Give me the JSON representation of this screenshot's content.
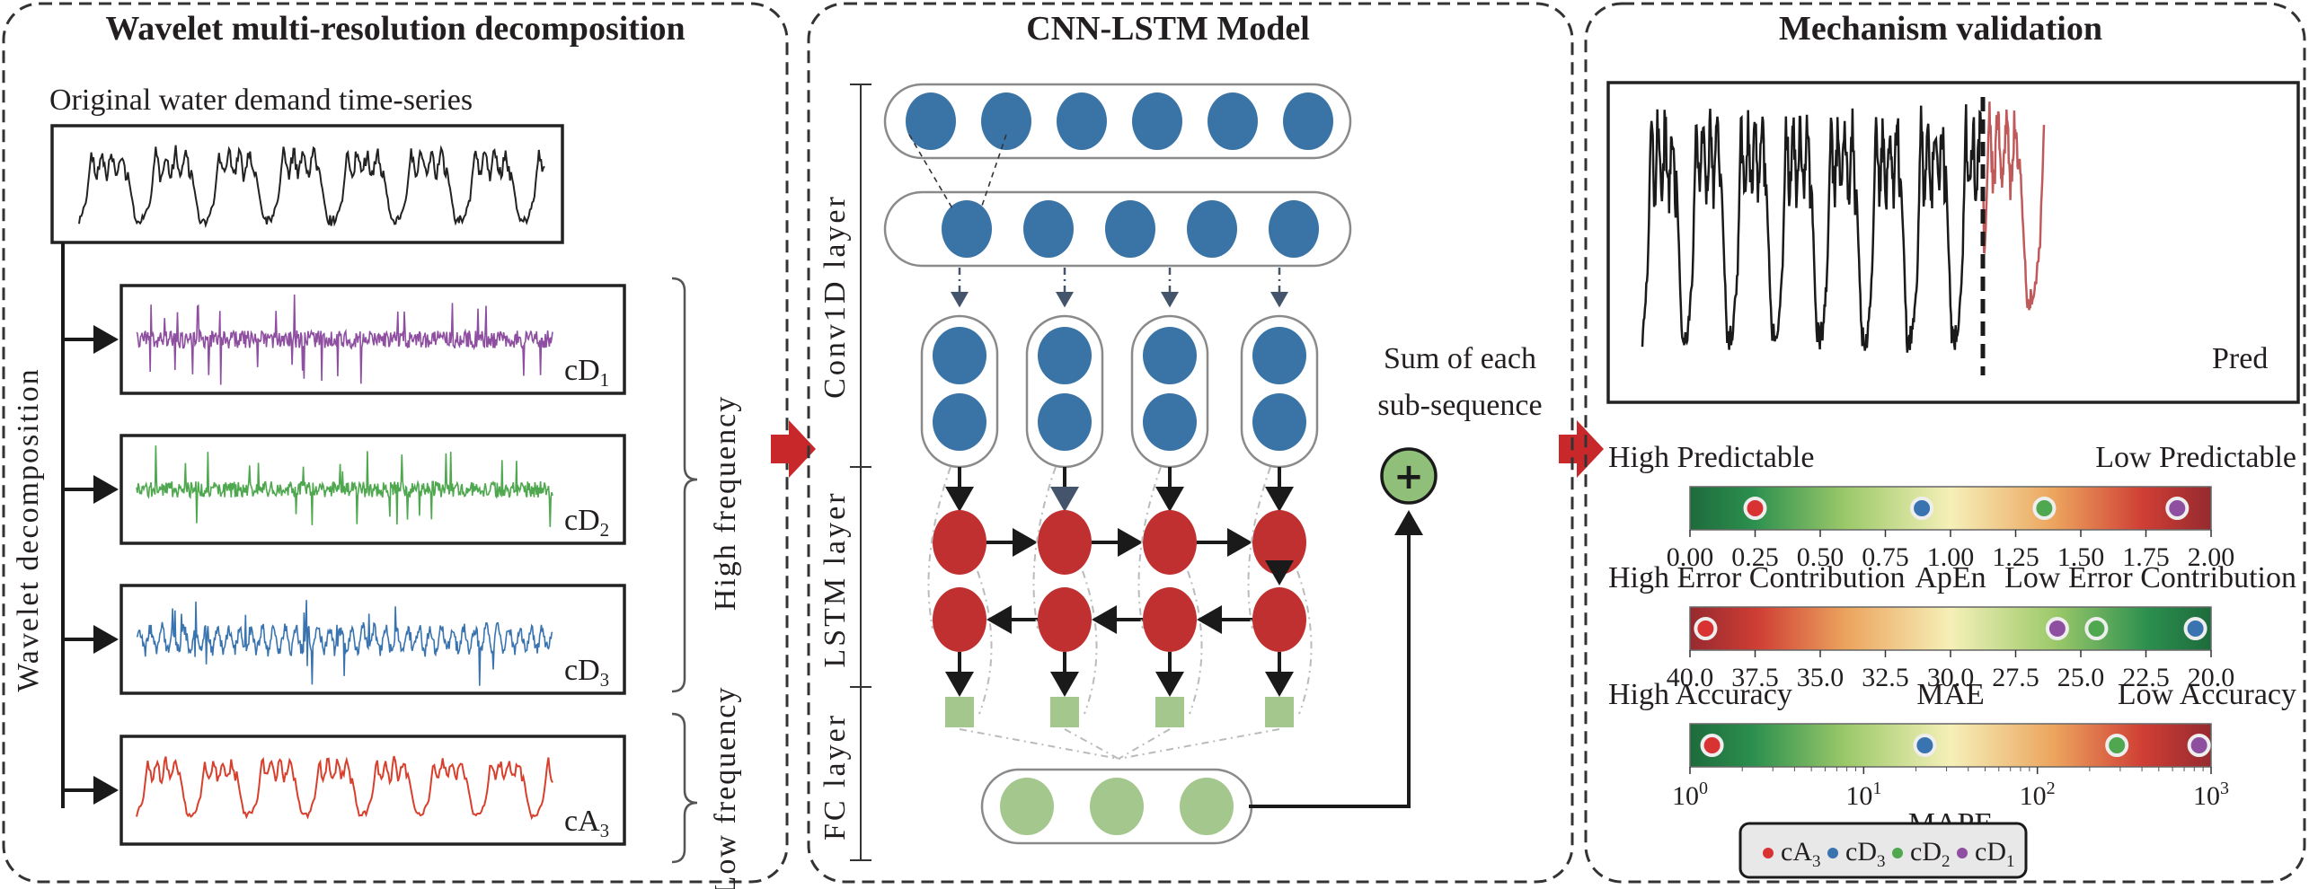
{
  "panels": {
    "decomposition": {
      "title": "Wavelet multi-resolution decomposition",
      "original_label": "Original water demand time-series",
      "vertical_label": "Wavelet decomposition",
      "high_frequency_label": "High frequency",
      "low_frequency_label": "Low frequency",
      "components": [
        {
          "base": "cD",
          "sub": "1",
          "color": "#8e4fa0"
        },
        {
          "base": "cD",
          "sub": "2",
          "color": "#4fa84f"
        },
        {
          "base": "cD",
          "sub": "3",
          "color": "#3a74b0"
        },
        {
          "base": "cA",
          "sub": "3",
          "color": "#d8402e"
        }
      ]
    },
    "model": {
      "title": "CNN-LSTM Model",
      "layers": [
        "Conv1D layer",
        "LSTM layer",
        "FC layer"
      ],
      "sum_label_line1": "Sum of each",
      "sum_label_line2": "sub-sequence",
      "sum_symbol": "+"
    },
    "validation": {
      "title": "Mechanism validation",
      "pred_label": "Pred"
    }
  },
  "chart_data": [
    {
      "type": "scatter",
      "title": "ApEn",
      "left_annotation": "High Predictable",
      "right_annotation": "Low Predictable",
      "xlim": [
        0,
        2
      ],
      "ticks": [
        "0.00",
        "0.25",
        "0.50",
        "0.75",
        "1.00",
        "1.25",
        "1.50",
        "1.75",
        "2.00"
      ],
      "colormap": "green-yellow-red",
      "series": [
        {
          "name": "cA3",
          "value": 0.25
        },
        {
          "name": "cD3",
          "value": 0.89
        },
        {
          "name": "cD2",
          "value": 1.36
        },
        {
          "name": "cD1",
          "value": 1.87
        }
      ]
    },
    {
      "type": "scatter",
      "title": "MAE",
      "left_annotation": "High Error Contribution",
      "right_annotation": "Low Error Contribution",
      "xlim": [
        40,
        20
      ],
      "ticks": [
        "40.0",
        "37.5",
        "35.0",
        "32.5",
        "30.0",
        "27.5",
        "25.0",
        "22.5",
        "20.0"
      ],
      "colormap": "red-yellow-green",
      "series": [
        {
          "name": "cA3",
          "value": 39.4
        },
        {
          "name": "cD3",
          "value": 20.6
        },
        {
          "name": "cD2",
          "value": 24.4
        },
        {
          "name": "cD1",
          "value": 25.9
        }
      ]
    },
    {
      "type": "scatter",
      "title": "MAPE",
      "left_annotation": "High Accuracy",
      "right_annotation": "Low Accuracy",
      "scale": "log",
      "xlim": [
        1,
        1000
      ],
      "ticks": [
        {
          "base": "10",
          "exp": "0"
        },
        {
          "base": "10",
          "exp": "1"
        },
        {
          "base": "10",
          "exp": "2"
        },
        {
          "base": "10",
          "exp": "3"
        }
      ],
      "colormap": "green-yellow-red",
      "series": [
        {
          "name": "cA3",
          "value": 1.34
        },
        {
          "name": "cD3",
          "value": 22.5
        },
        {
          "name": "cD2",
          "value": 287
        },
        {
          "name": "cD1",
          "value": 853
        }
      ]
    }
  ],
  "legend": [
    {
      "key": "cA3",
      "base": "cA",
      "sub": "3",
      "color": "#d93232"
    },
    {
      "key": "cD3",
      "base": "cD",
      "sub": "3",
      "color": "#3a74b0"
    },
    {
      "key": "cD2",
      "base": "cD",
      "sub": "2",
      "color": "#4fa84f"
    },
    {
      "key": "cD1",
      "base": "cD",
      "sub": "1",
      "color": "#8e4fa0"
    }
  ],
  "colors": {
    "accent_arrow": "#c8282a",
    "lstm_node": "#c13030",
    "conv_node": "#3a74a6",
    "fc_node": "#a3c78d"
  }
}
